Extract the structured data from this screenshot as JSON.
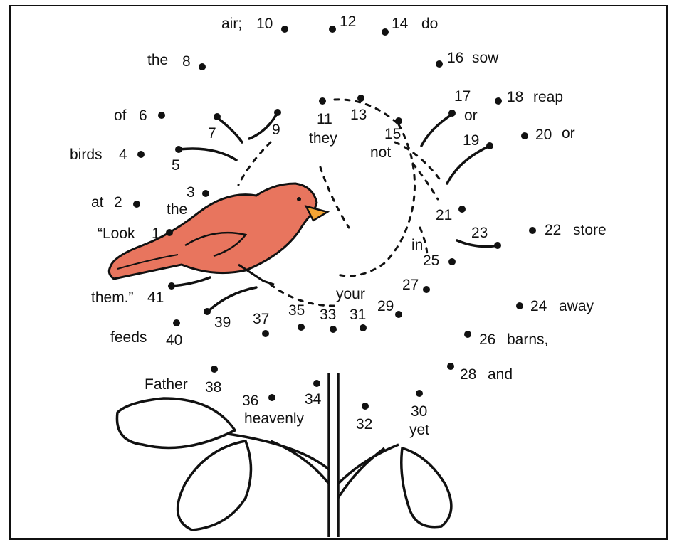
{
  "puzzle": {
    "numbers": [
      "1",
      "2",
      "3",
      "4",
      "5",
      "6",
      "7",
      "8",
      "9",
      "10",
      "11",
      "12",
      "13",
      "14",
      "15",
      "16",
      "17",
      "18",
      "19",
      "20",
      "21",
      "22",
      "23",
      "24",
      "25",
      "26",
      "27",
      "28",
      "29",
      "30",
      "31",
      "32",
      "33",
      "34",
      "35",
      "36",
      "37",
      "38",
      "39",
      "40",
      "41"
    ],
    "words": {
      "w1": "“Look",
      "w2": "at",
      "w3": "the",
      "w4": "birds",
      "w6": "of",
      "w8": "the",
      "w10": "air;",
      "w11": "they",
      "w14": "do",
      "w15": "not",
      "w16": "sow",
      "w17": "or",
      "w18": "reap",
      "w20": "or",
      "w22": "store",
      "w24": "away",
      "w25": "in",
      "w26": "barns,",
      "w28": "and",
      "w30": "yet",
      "w31": "your",
      "w34": "heavenly",
      "w38": "Father",
      "w40": "feeds",
      "w41": "them.”"
    },
    "colors": {
      "bird_fill": "#e8755e",
      "beak_fill": "#f4a534",
      "ink": "#111111"
    }
  }
}
